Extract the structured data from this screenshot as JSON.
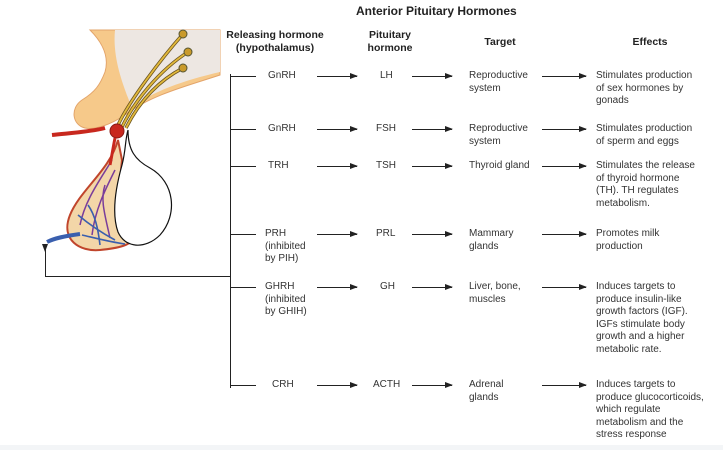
{
  "title": "Anterior Pituitary Hormones",
  "headers": {
    "releasing": [
      "Releasing hormone",
      "(hypothalamus)"
    ],
    "pituitary": [
      "Pituitary",
      "hormone"
    ],
    "target": "Target",
    "effects": "Effects"
  },
  "rows": [
    {
      "releasing": [
        "GnRH"
      ],
      "pituitary": "LH",
      "target": [
        "Reproductive",
        "system"
      ],
      "effects": [
        "Stimulates production",
        "of sex hormones by",
        "gonads"
      ]
    },
    {
      "releasing": [
        "GnRH"
      ],
      "pituitary": "FSH",
      "target": [
        "Reproductive",
        "system"
      ],
      "effects": [
        "Stimulates production",
        "of sperm and eggs"
      ]
    },
    {
      "releasing": [
        "TRH"
      ],
      "pituitary": "TSH",
      "target": [
        "Thyroid gland"
      ],
      "effects": [
        "Stimulates the release",
        "of thyroid hormone",
        "(TH). TH regulates",
        "metabolism."
      ]
    },
    {
      "releasing": [
        "PRH",
        "(inhibited",
        "by PIH)"
      ],
      "pituitary": "PRL",
      "target": [
        "Mammary",
        "glands"
      ],
      "effects": [
        "Promotes milk",
        "production"
      ]
    },
    {
      "releasing": [
        "GHRH",
        "(inhibited",
        "by GHIH)"
      ],
      "pituitary": "GH",
      "target": [
        "Liver, bone,",
        "muscles"
      ],
      "effects": [
        "Induces targets to",
        "produce insulin-like",
        "growth factors (IGF).",
        "IGFs stimulate body",
        "growth and a higher",
        "metabolic rate."
      ]
    },
    {
      "releasing": [
        "CRH"
      ],
      "pituitary": "ACTH",
      "target": [
        "Adrenal",
        "glands"
      ],
      "effects": [
        "Induces targets to",
        "produce glucocorticoids,",
        "which regulate",
        "metabolism and the",
        "stress response"
      ]
    }
  ],
  "illustration": {
    "name": "hypothalamus-pituitary-illustration",
    "colors": {
      "tissue": "#f6c98a",
      "tissue_light": "#ede7e2",
      "artery": "#c8281e",
      "vein": "#3a5fae",
      "portal": "#7a3d9a",
      "neuron": "#e2b93b"
    }
  }
}
